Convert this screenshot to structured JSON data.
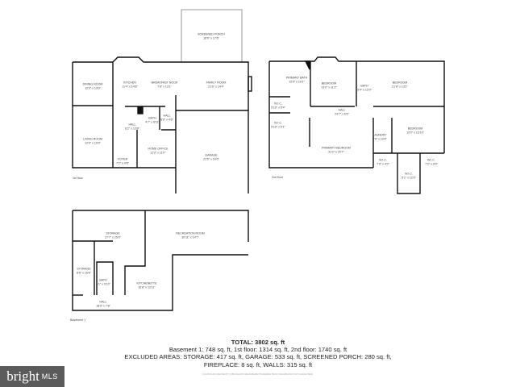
{
  "floors": {
    "first": {
      "label": "1st floor",
      "rooms": [
        {
          "name": "Screened Porch",
          "dims": "16'0\" x 17'6\""
        },
        {
          "name": "Dining Room",
          "dims": "12'0\" x 13'0\""
        },
        {
          "name": "Kitchen",
          "dims": "11'4\" x 14'8\""
        },
        {
          "name": "Breakfast Nook",
          "dims": "7'8\" x 13'1\""
        },
        {
          "name": "Family Room",
          "dims": "21'6\" x 14'4\""
        },
        {
          "name": "Bath",
          "dims": "4'7\" x 6'11\""
        },
        {
          "name": "Hall",
          "dims": "6'2\" x 13'8\""
        },
        {
          "name": "Hall",
          "dims": "6'0\" x 4'6\""
        },
        {
          "name": "Living Room",
          "dims": "12'0\" x 19'0\""
        },
        {
          "name": "Home Office",
          "dims": "11'2\" x 11'0\""
        },
        {
          "name": "Foyer",
          "dims": "7'2\" x 4'8\""
        },
        {
          "name": "Garage",
          "dims": "21'6\" x 24'0\""
        }
      ]
    },
    "second": {
      "label": "2nd floor",
      "rooms": [
        {
          "name": "Primary Bath",
          "dims": "12'0\" x 10'1\""
        },
        {
          "name": "Bedroom",
          "dims": "13'0\" x 11'2\""
        },
        {
          "name": "Bath",
          "dims": "5'4\" x 12'0\""
        },
        {
          "name": "Bedroom",
          "dims": "21'8\" x 13'1\""
        },
        {
          "name": "W.I.C.",
          "dims": "5'10\" x 5'4\""
        },
        {
          "name": "W.I.C.",
          "dims": "5'10\" x 5'1\""
        },
        {
          "name": "Hall",
          "dims": "24'7\" x 6'0\""
        },
        {
          "name": "Laundry",
          "dims": "5'0\" x 10'4\""
        },
        {
          "name": "Bedroom",
          "dims": "13'9\" x 13'10\""
        },
        {
          "name": "Primary Bedroom",
          "dims": "31'2\" x 20'7\""
        },
        {
          "name": "W.I.C.",
          "dims": "7'0\" x 4'0\""
        },
        {
          "name": "W.I.C.",
          "dims": "7'0\" x 4'0\""
        },
        {
          "name": "W.I.C.",
          "dims": "5'1\" x 12'0\""
        }
      ]
    },
    "basement": {
      "label": "Basement 1",
      "rooms": [
        {
          "name": "Storage",
          "dims": "27'7\" x 25'0\""
        },
        {
          "name": "Recreation Room",
          "dims": "30'11\" x 14'7\""
        },
        {
          "name": "Storage",
          "dims": "8'6\" x 16'8\""
        },
        {
          "name": "Bath",
          "dims": "5'1\" x 9'10\""
        },
        {
          "name": "Kitchenette",
          "dims": "16'8\" x 12'11\""
        },
        {
          "name": "Hall",
          "dims": "18'3\" x 7'8\""
        }
      ]
    }
  },
  "summary": {
    "total": "TOTAL: 3802 sq. ft",
    "line1": "Basement 1: 748 sq. ft, 1st floor: 1314 sq. ft, 2nd floor: 1740 sq. ft",
    "line2": "EXCLUDED AREAS: STORAGE: 417 sq. ft, GARAGE: 533 sq. ft, SCREENED PORCH: 280 sq. ft,",
    "line3": "FIREPLACE: 8 sq. ft, WALLS: 315 sq. ft",
    "credit": "FLOOR PLAN CREATED BY CUBICASA APP. MEASUREMENTS DEEMED HIGHLY RELIABLE BUT NOT GUARANTEED."
  },
  "logo": {
    "brand": "bright",
    "suffix": "MLS",
    "background": "#5b5b5b"
  }
}
